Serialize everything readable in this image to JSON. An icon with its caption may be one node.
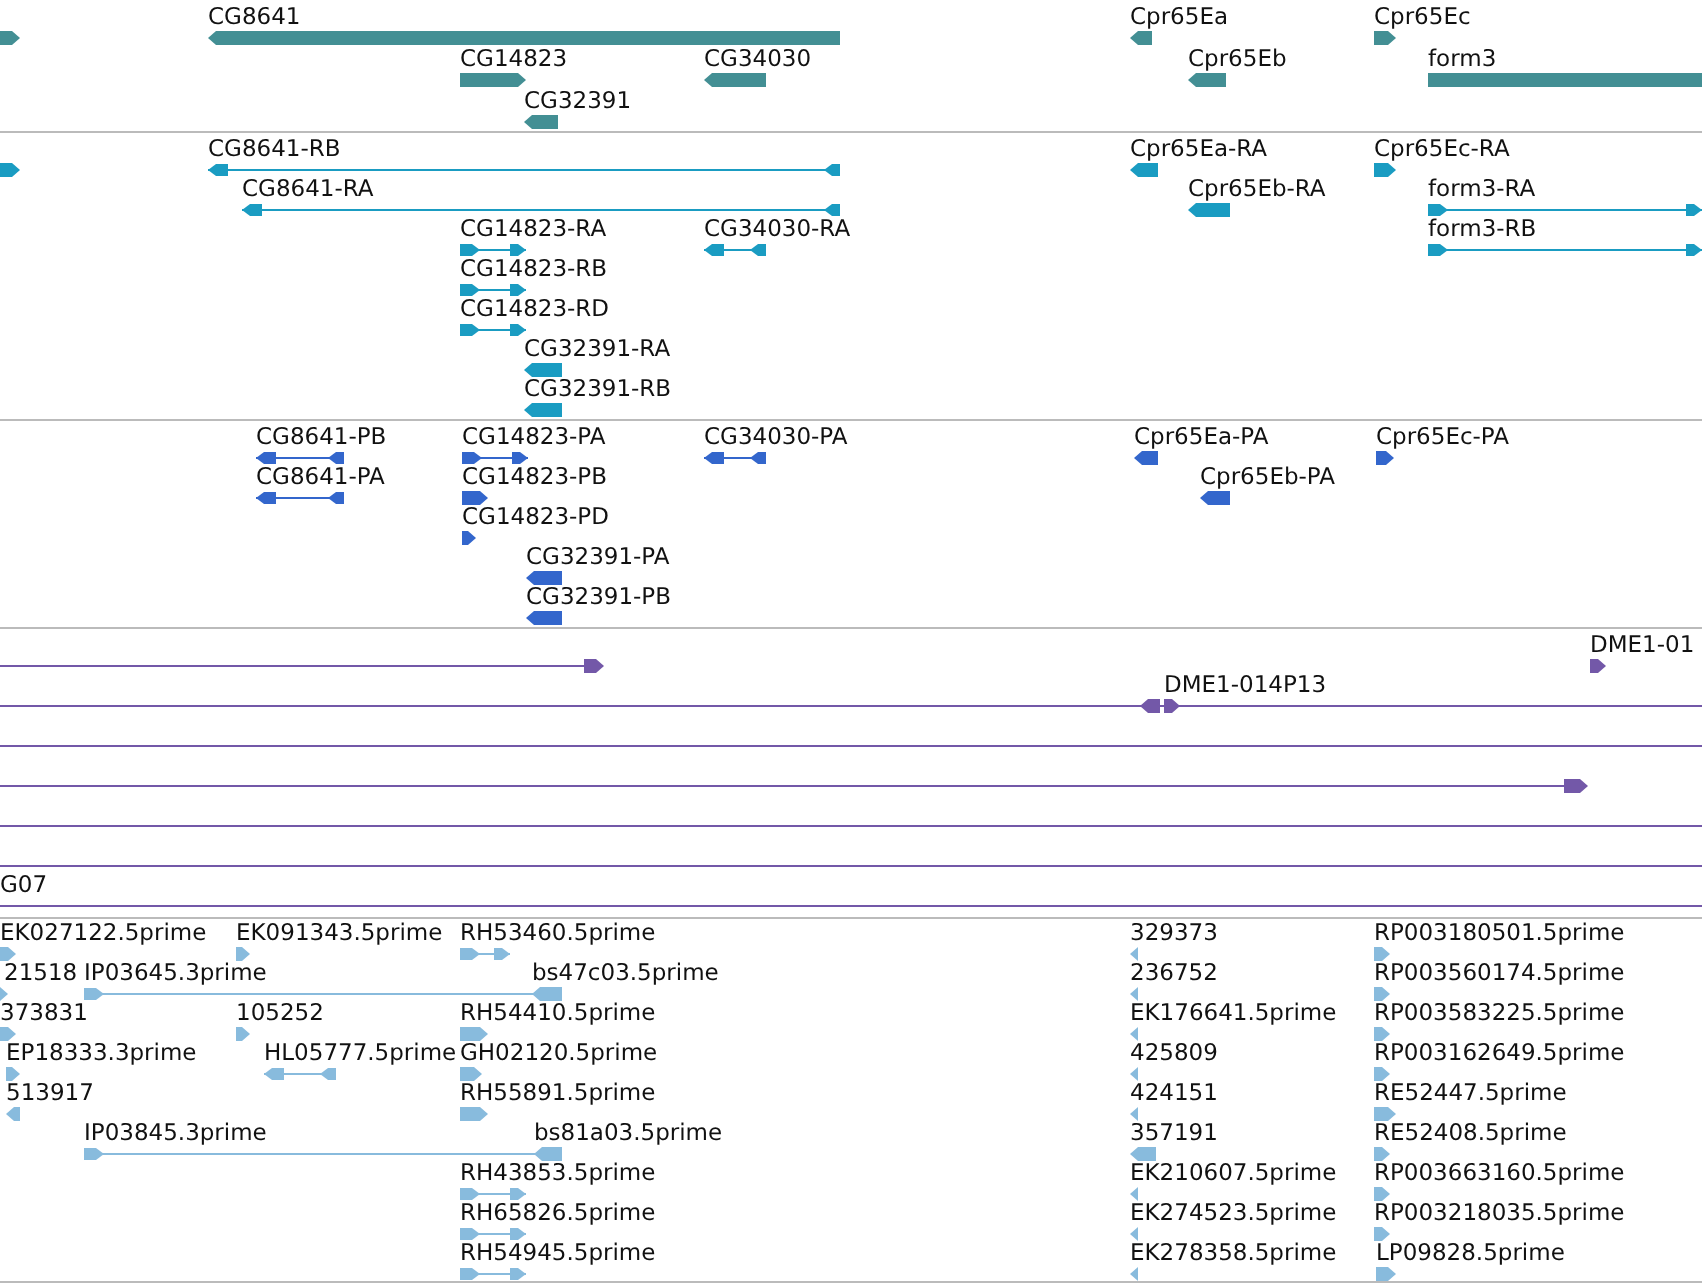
{
  "diagram": {
    "labels": [
      "CG8641",
      "Cpr65Ea",
      "Cpr65Ec",
      "CG14823",
      "CG34030",
      "Cpr65Eb",
      "form3",
      "CG32391",
      "CG8641-RB",
      "Cpr65Ea-RA",
      "Cpr65Ec-RA",
      "CG8641-RA",
      "Cpr65Eb-RA",
      "form3-RA",
      "CG14823-RA",
      "CG34030-RA",
      "form3-RB",
      "CG14823-RB",
      "CG14823-RD",
      "CG32391-RA",
      "CG32391-RB",
      "CG8641-PB",
      "CG14823-PA",
      "CG34030-PA",
      "Cpr65Ea-PA",
      "Cpr65Ec-PA",
      "CG8641-PA",
      "CG14823-PB",
      "Cpr65Eb-PA",
      "CG14823-PD",
      "CG32391-PA",
      "CG32391-PB",
      "DME1-01",
      "DME1-014P13",
      "G07",
      "EK027122.5prime",
      "EK091343.5prime",
      "RH53460.5prime",
      "329373",
      "RP003180501.5prime",
      "21518",
      "IP03645.3prime",
      "bs47c03.5prime",
      "236752",
      "RP003560174.5prime",
      "373831",
      "105252",
      "RH54410.5prime",
      "EK176641.5prime",
      "RP003583225.5prime",
      "EP18333.3prime",
      "HL05777.5prime",
      "GH02120.5prime",
      "425809",
      "RP003162649.5prime",
      "513917",
      "RH55891.5prime",
      "424151",
      "RE52447.5prime",
      "IP03845.3prime",
      "bs81a03.5prime",
      "357191",
      "RE52408.5prime",
      "RH43853.5prime",
      "EK210607.5prime",
      "RP003663160.5prime",
      "RH65826.5prime",
      "EK274523.5prime",
      "RP003218035.5prime",
      "RH54945.5prime",
      "EK278358.5prime",
      "LP09828.5prime"
    ]
  }
}
